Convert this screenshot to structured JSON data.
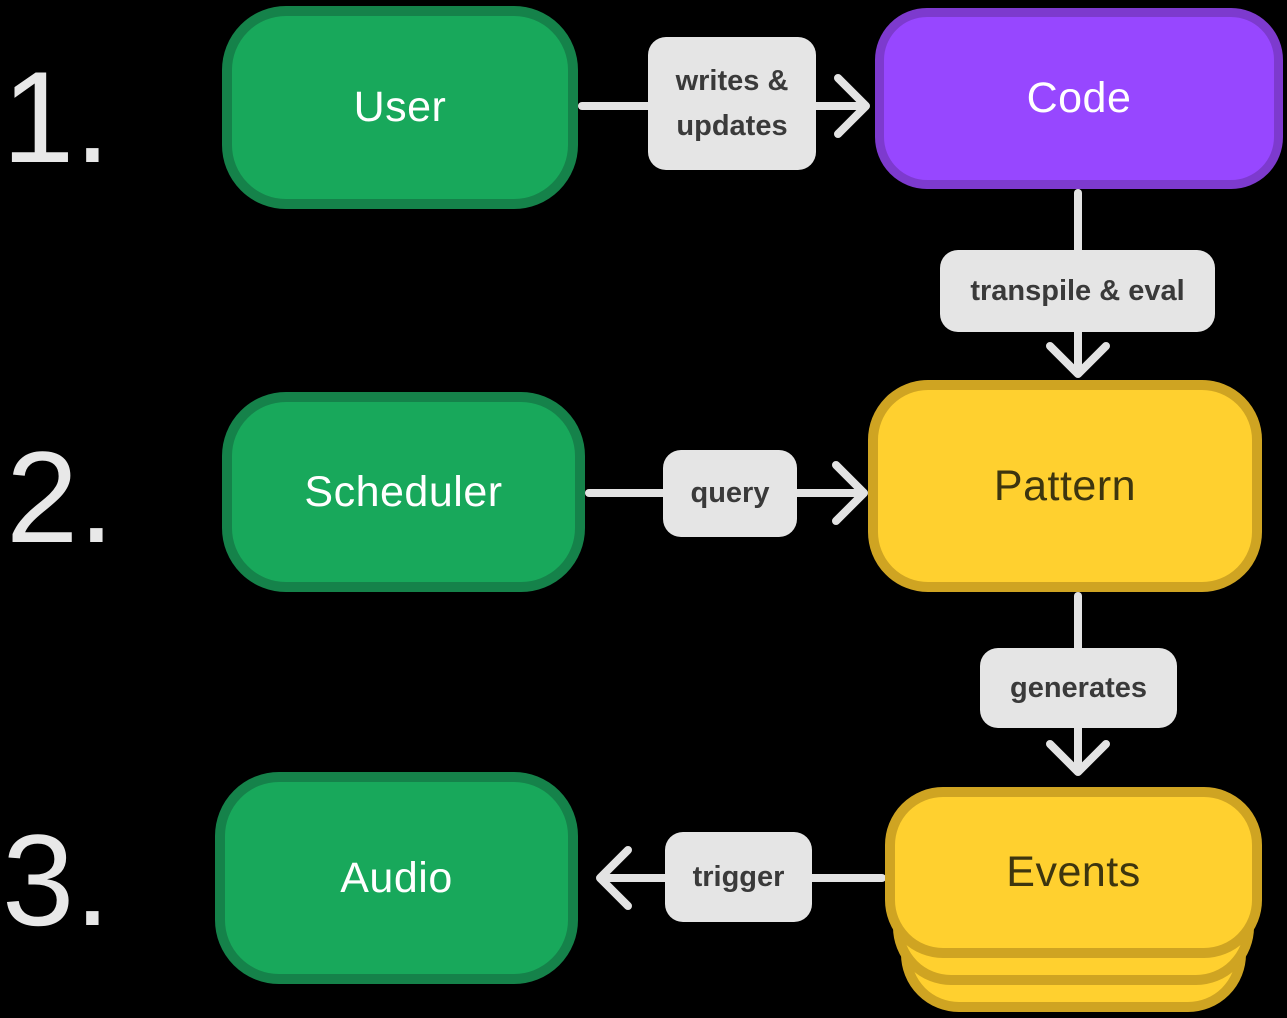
{
  "diagram": {
    "background_color": "#000000",
    "steps": [
      "1.",
      "2.",
      "3."
    ],
    "nodes": {
      "user": {
        "label": "User",
        "fill": "#18a85b",
        "border": "#15824a",
        "text_color": "#ffffff"
      },
      "code": {
        "label": "Code",
        "fill": "#9747ff",
        "border": "#7d3ace",
        "text_color": "#ffffff"
      },
      "scheduler": {
        "label": "Scheduler",
        "fill": "#18a85b",
        "border": "#15824a",
        "text_color": "#ffffff"
      },
      "pattern": {
        "label": "Pattern",
        "fill": "#ffd02f",
        "border": "#cfa422",
        "text_color": "#3d350f"
      },
      "audio": {
        "label": "Audio",
        "fill": "#18a85b",
        "border": "#15824a",
        "text_color": "#ffffff"
      },
      "events": {
        "label": "Events",
        "fill": "#ffd02f",
        "border": "#cfa422",
        "text_color": "#3d350f",
        "stacked_layers": 3
      }
    },
    "edges": {
      "writes_updates": {
        "label": "writes & updates",
        "from": "user",
        "to": "code",
        "direction": "right"
      },
      "transpile_eval": {
        "label": "transpile & eval",
        "from": "code",
        "to": "pattern",
        "direction": "down"
      },
      "query": {
        "label": "query",
        "from": "scheduler",
        "to": "pattern",
        "direction": "right"
      },
      "generates": {
        "label": "generates",
        "from": "pattern",
        "to": "events",
        "direction": "down"
      },
      "trigger": {
        "label": "trigger",
        "from": "events",
        "to": "audio",
        "direction": "left"
      }
    },
    "edge_label_style": {
      "background": "#e5e5e5",
      "text_color": "#3a3a3a"
    },
    "arrow_color": "#e3e3e3",
    "step_number_color": "#e8e8e8"
  }
}
